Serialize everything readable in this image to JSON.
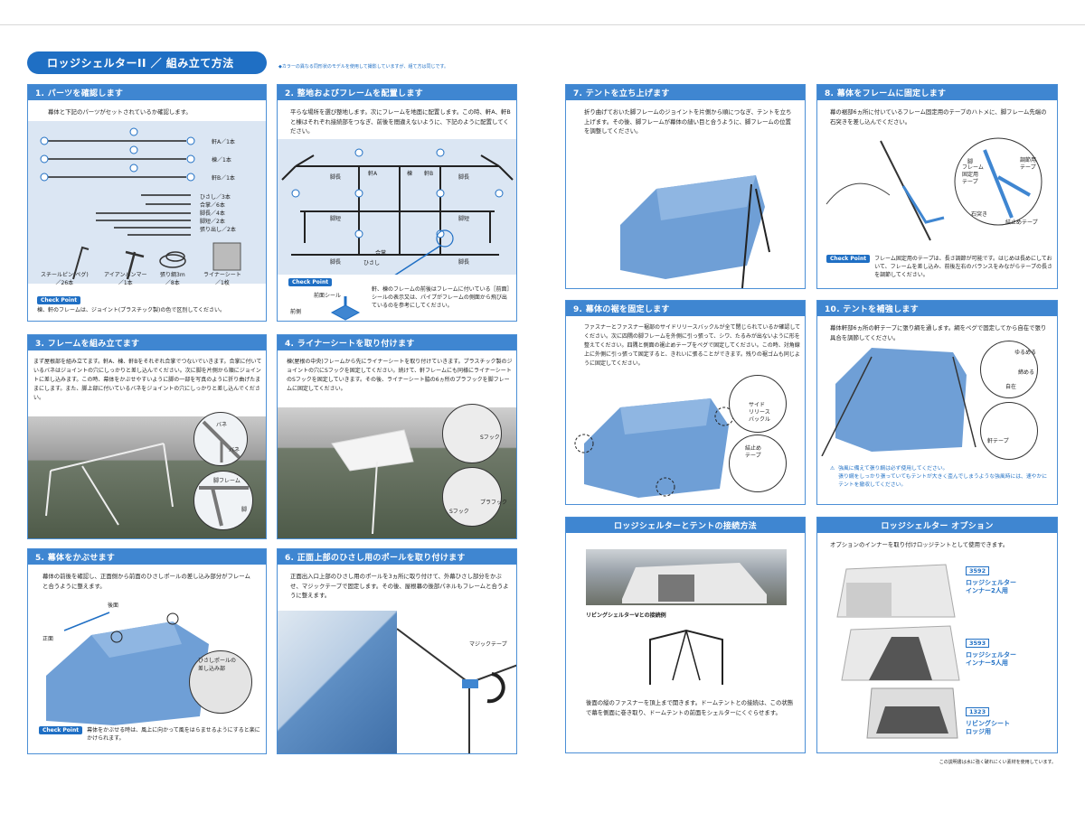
{
  "header": {
    "title": "ロッジシェルターII ／ 組み立て方法",
    "note": "◆カラーの異なる同形状のモデルを使用して撮影していますが、組て方は同じです。"
  },
  "panels": {
    "p1": {
      "title": "1. パーツを確認します",
      "text": "幕体と下記のパーツがセットされているか確認します。",
      "parts": [
        "軒A／1本",
        "棟／1本",
        "軒B／1本",
        "ひさし／3本",
        "合掌／6本",
        "脚長／4本",
        "脚短／2本",
        "張り出し／2本"
      ],
      "items": [
        "スチールピン(ペグ)\n／26本",
        "アイアンハンマー\n／1本",
        "張り綱3m\n／8本",
        "ライナーシート\n／1枚"
      ],
      "checkpoint": "棟、軒のフレームは、ジョイント(プラスチック製)の色で区別してください。"
    },
    "p2": {
      "title": "2. 整地およびフレームを配置します",
      "text": "平らな場所を選び整地します。次にフレームを地面に配置します。この時、軒A、軒Bと棟はそれぞれ接続部をつなぎ、前後を間違えないように、下記のように配置してください。",
      "labels": [
        "脚長",
        "軒A",
        "棟",
        "軒B",
        "脚長",
        "脚短",
        "脚短",
        "脚長",
        "合掌",
        "ひさし",
        "脚長"
      ],
      "checkpoint": "軒、棟のフレームの前後はフレームに付いている［前面］シールの表示又は、パイプがフレームの側面から飛び出ているのを参考にしてください。",
      "seal_label": "前面シール",
      "front_label": "前側"
    },
    "p3": {
      "title": "3. フレームを組み立てます",
      "text": "まず屋根部を組み立てます。軒A、棟、軒Bをそれぞれ合掌でつないでいきます。合掌に付いているバネはジョイントの穴にしっかりと差し込んでください。次に脚を片側から順にジョイントに差し込みます。この時、幕体をかぶせやすいように脚の一部を写真のように折り曲げたままにします。また、脚上部に付いているバネをジョイントの穴にしっかりと差し込んでください。",
      "labels": [
        "バネ",
        "バネ",
        "脚フレーム",
        "脚"
      ]
    },
    "p4": {
      "title": "4. ライナーシートを取り付けます",
      "text": "棟(屋根の中央)フレームから先にライナーシートを取り付けていきます。プラスチック製のジョイントの穴にSフックを固定してください。続けて、軒フレームにも同様にライナーシートのSフックを固定していきます。その後、ライナーシート脇の6ヵ所のプラフックを脚フレームに固定してください。",
      "labels": [
        "Sフック",
        "Sフック",
        "プラフック"
      ]
    },
    "p5": {
      "title": "5. 幕体をかぶせます",
      "text": "幕体の前後を確認し、正面側から前面のひさしポールの差し込み部分がフレームと合うように整えます。",
      "labels": [
        "後面",
        "正面"
      ],
      "inset": "ひさしポールの\n差し込み部",
      "checkpoint": "幕体をかぶせる時は、風上に向かって風をはらませるようにすると楽にかけられます。"
    },
    "p6": {
      "title": "6. 正面上部のひさし用のポールを取り付けます",
      "text": "正面出入口上部のひさし用のポールを3ヵ所に取り付けて、外幕ひさし部分をかぶせ、マジックテープで固定します。その後、屋根幕の後部パネルもフレームと合うように整えます。",
      "label": "マジックテープ"
    },
    "p7": {
      "title": "7. テントを立ち上げます",
      "text": "折り曲げておいた脚フレームのジョイントを片側から順につなぎ、テントを立ち上げます。その後、脚フレームが幕体の縫い目と合うように、脚フレームの位置を調整してください。"
    },
    "p8": {
      "title": "8. 幕体をフレームに固定します",
      "text": "幕の裾部6ヵ所に付いているフレーム固定用のテープのハトメに、脚フレーム先端の石突きを差し込んでください。",
      "labels": [
        "脚",
        "フレーム\n固定用\nテープ",
        "調節用\nテープ",
        "石突き",
        "結止めテープ"
      ],
      "checkpoint": "フレーム固定用のテープは、長さ調節が可能です。はじめは長めにしておいて、フレームを差し込み、前後左右のバランスをみながらテープの長さを調節してください。"
    },
    "p9": {
      "title": "9. 幕体の裾を固定します",
      "text": "ファスナーとファスナー裾部のサイドリリースバックルが全て閉じられているか確認してください。次に四隅の脚フレームを外側に引っ張って、シワ、たるみが出ないように形を整えてください。四隅と側面の裾止めテープをペグで固定してください。この時、対角線上に外側に引っ張って固定すると、きれいに張ることができます。残りの裾ゴムも同じように固定してください。",
      "labels": [
        "サイド\nリリース\nバックル",
        "結止め\nテープ"
      ]
    },
    "p10": {
      "title": "10. テントを補強します",
      "text": "幕体軒部6ヵ所の軒テープに張り綱を通します。綱をペグで固定してから自在で張り具合を調節してください。",
      "labels": [
        "ゆるめる",
        "締める",
        "自在",
        "軒テープ"
      ],
      "warning": "強風に備えて張り綱は必ず使用してください。\n張り綱をしっかり張っていてもテントが大きく歪んでしまうような強風時には、速やかにテントを撤収してください。"
    },
    "p11": {
      "title": "ロッジシェルターとテントの接続方法",
      "caption": "リビングシェルターVとの接続例",
      "text": "後面の縦のファスナーを頂上まで開きます。ドームテントとの接続は、この状態で幕を側面に巻き取り、ドームテントの前面をシェルターにくぐらせます。"
    },
    "p12": {
      "title": "ロッジシェルター オプション",
      "text": "オプションのインナーを取り付けロッジテントとして使用できます。",
      "options": [
        {
          "code": "3592",
          "name": "ロッジシェルター\nインナー2人用"
        },
        {
          "code": "3593",
          "name": "ロッジシェルター\nインナー5人用"
        },
        {
          "code": "1323",
          "name": "リビングシート\nロッジ用"
        }
      ]
    }
  },
  "footer": "この説明書は水に強く破れにくい素材を使用しています。",
  "checkpoint_label": "Check Point",
  "colors": {
    "accent": "#1f6fc4",
    "header": "#3f86d1",
    "tent": "#6f9fd6"
  }
}
